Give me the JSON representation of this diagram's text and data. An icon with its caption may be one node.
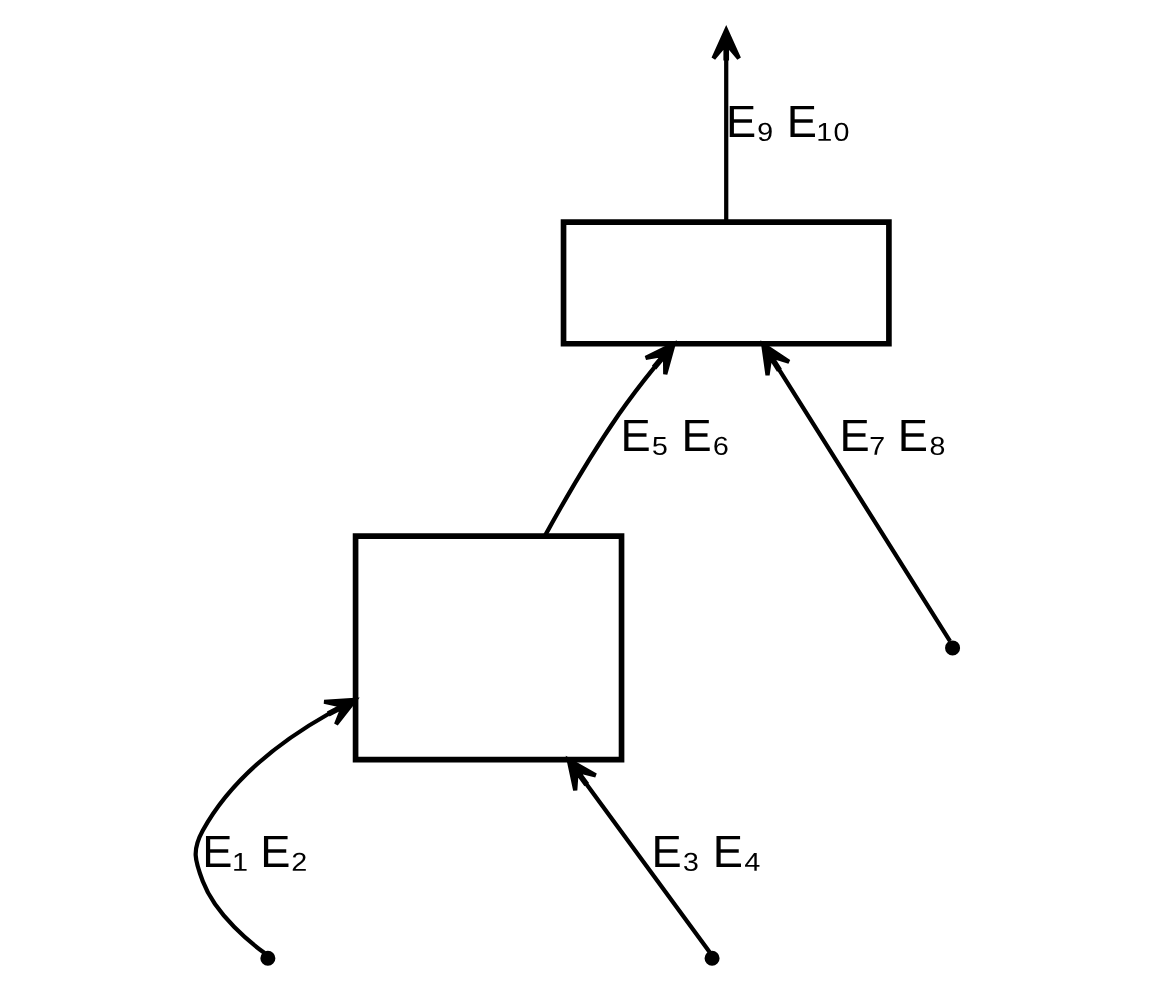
{
  "diagram": {
    "nodes": [
      {
        "text": [],
        "shape": "box"
      },
      {
        "text": [],
        "shape": "box"
      }
    ],
    "edges": [
      {
        "from": null,
        "to": 1,
        "arrow": "to",
        "label": "E₁ E₂"
      },
      {
        "from": null,
        "to": 1,
        "arrow": "to",
        "label": "E₃ E₄"
      },
      {
        "from": 1,
        "to": 0,
        "arrow": "to",
        "label": "E₅ E₆"
      },
      {
        "from": null,
        "to": 0,
        "arrow": "to",
        "label": "E₇ E₈"
      },
      {
        "from": 0,
        "to": null,
        "arrow": "to",
        "label": "E₉ E₁₀"
      }
    ]
  }
}
